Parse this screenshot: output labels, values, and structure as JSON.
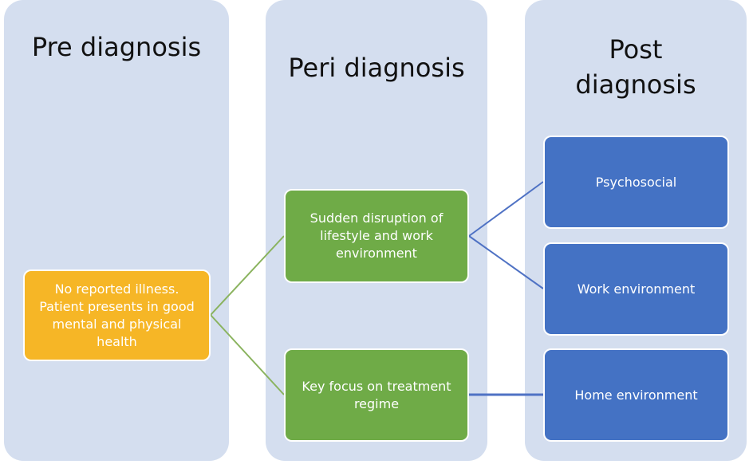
{
  "columns": {
    "pre": {
      "title": "Pre diagnosis"
    },
    "peri": {
      "title": "Peri diagnosis"
    },
    "post": {
      "title": "Post\ndiagnosis"
    }
  },
  "nodes": {
    "pre": {
      "text": "No reported illness. Patient presents in good mental and physical health"
    },
    "peri_disruption": {
      "text": "Sudden disruption of lifestyle and work environment"
    },
    "peri_treatment": {
      "text": "Key focus on treatment regime"
    },
    "post_psychosocial": {
      "text": "Psychosocial"
    },
    "post_work": {
      "text": "Work environment"
    },
    "post_home": {
      "text": "Home environment"
    }
  },
  "colors": {
    "column_background": "#d4deef",
    "pre_box": "#f6b626",
    "peri_box": "#6fab47",
    "post_box": "#4472c4",
    "pre_connector": "#8ab35e",
    "post_connector": "#4f72c4"
  }
}
